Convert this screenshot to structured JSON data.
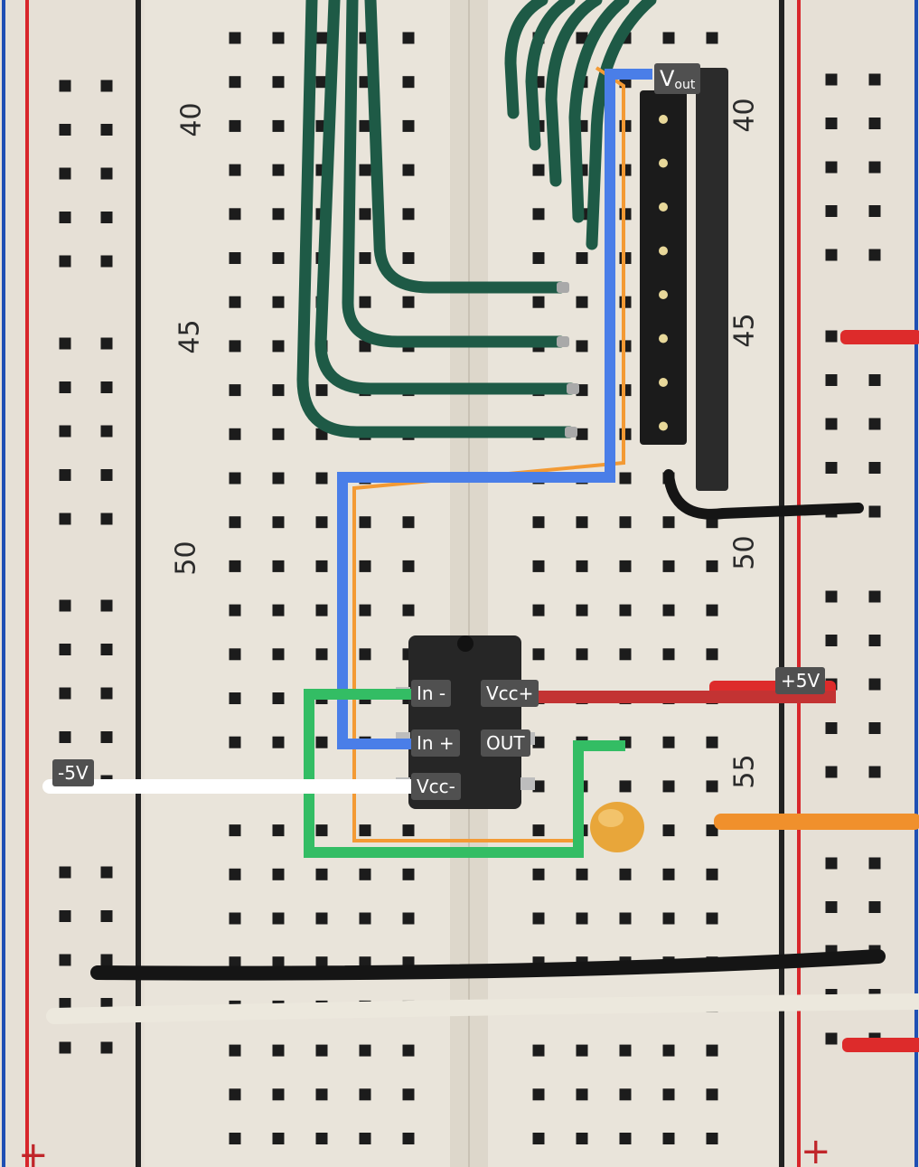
{
  "labels": {
    "vout_main": "V",
    "vout_sub": "out",
    "in_minus": "In -",
    "in_plus": "In +",
    "vcc_plus": "Vcc+",
    "out": "OUT",
    "vcc_minus": "Vcc-",
    "plus5v": "+5V",
    "minus5v": "-5V"
  },
  "row_numbers": {
    "left_40": "40",
    "left_45": "45",
    "left_50": "50",
    "right_40": "40",
    "right_45": "45",
    "right_50": "50",
    "right_55": "55"
  },
  "rail_signs": {
    "left": "+",
    "right": "+"
  },
  "colors": {
    "board": "#e9e4da",
    "hole": "#1c1c1c",
    "rail_red": "#d8262b",
    "rail_blue": "#1f4fb4",
    "wire_green": "#1e5a46",
    "trace_blue": "#4a7ee8",
    "trace_green": "#33bd64",
    "trace_orange": "#f39a34",
    "trace_red": "#c33333",
    "trace_white": "#ffffff",
    "chip": "#262626",
    "tag_bg": "#505050"
  }
}
